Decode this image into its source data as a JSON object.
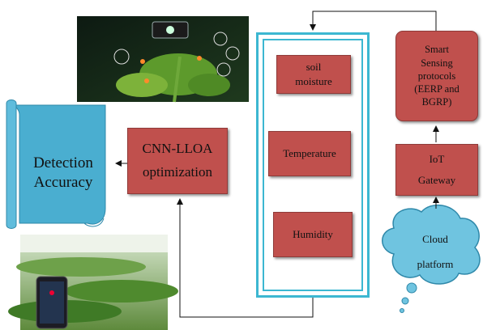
{
  "nodes": {
    "soil_moisture": "soil\nmoisture",
    "temperature": "Temperature",
    "humidity": "Humidity",
    "cnn_lloa": "CNN-LLOA\noptimization",
    "detection_accuracy": "Detection\nAccuracy",
    "smart_sensing": "Smart\nSensing\nprotocols\n(EERP and\nBGRP)",
    "iot_gateway": "IoT\nGateway",
    "cloud_platform": "Cloud\nplatform"
  },
  "colors": {
    "box_fill": "#c0504d",
    "panel_border": "#3cb7d1",
    "scroll_fill": "#4aaed0",
    "cloud_fill": "#6fc4e0"
  }
}
